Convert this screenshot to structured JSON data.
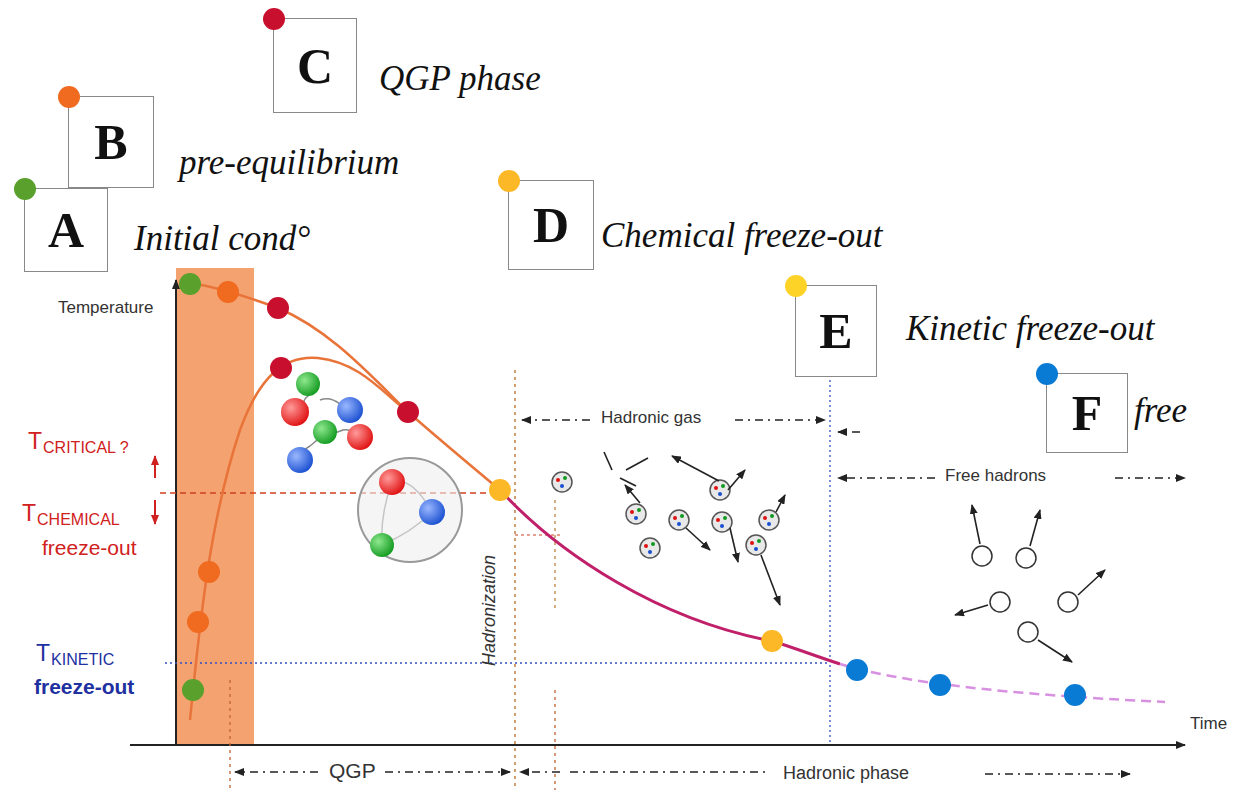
{
  "diagram": {
    "nodes": [
      {
        "text": [
          "A",
          "Initial cond°"
        ]
      },
      {
        "text": [
          "B",
          "pre-equilibrium"
        ]
      },
      {
        "text": [
          "C",
          "QGP phase"
        ]
      },
      {
        "text": [
          "D",
          "Chemical freeze-out"
        ]
      },
      {
        "text": [
          "E",
          "Kinetic freeze-out"
        ]
      },
      {
        "text": [
          "F",
          "free"
        ]
      }
    ],
    "labels": [
      "Temperature",
      "T",
      "CRITICAL ?",
      "T",
      "CHEMICAL",
      "freeze-out",
      "T",
      "KINETIC",
      "freeze-out",
      "Hadronic gas",
      "Free hadrons",
      "Hadronization",
      "QGP",
      "Hadronic phase",
      "Time"
    ]
  }
}
